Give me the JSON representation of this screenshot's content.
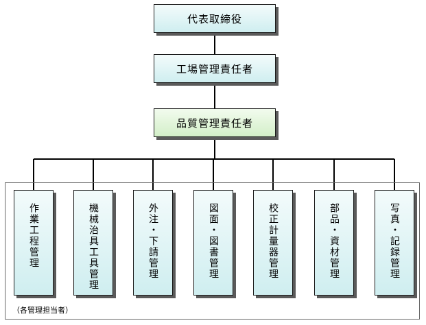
{
  "diagram": {
    "ceo": "代表取締役",
    "factory_manager": "工場管理責任者",
    "quality_manager": "品質管理責任者",
    "departments": [
      "作業工程管理",
      "機械治具工具管理",
      "外注・下請管理",
      "図面・図書管理",
      "校正計量器管理",
      "部品・資材管理",
      "写真・記録管理"
    ],
    "group_caption": "（各管理担当者）"
  }
}
